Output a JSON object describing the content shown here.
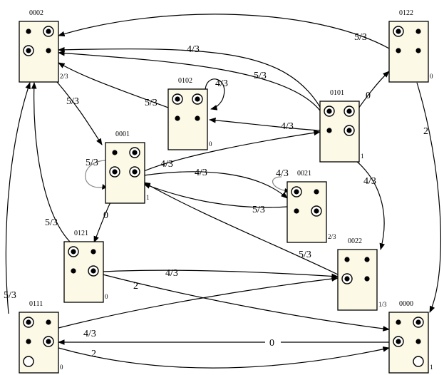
{
  "nodes": [
    {
      "id": "n0002",
      "name": "0002",
      "value": "2/3",
      "cells": [
        "dot",
        "target",
        "",
        "target",
        "dot",
        ""
      ]
    },
    {
      "id": "n0122",
      "name": "0122",
      "value": "0",
      "cells": [
        "target",
        "dot",
        "",
        "dot",
        "dot",
        ""
      ]
    },
    {
      "id": "n0102",
      "name": "0102",
      "value": "0",
      "cells": [
        "target",
        "dot",
        "",
        "target",
        "dot",
        ""
      ]
    },
    {
      "id": "n0101",
      "name": "0101",
      "value": "1",
      "cells": [
        "target",
        "dot",
        "",
        "target",
        "target",
        ""
      ]
    },
    {
      "id": "n0001",
      "name": "0001",
      "value": "1",
      "cells": [
        "dot",
        "target",
        "",
        "target",
        "target",
        ""
      ]
    },
    {
      "id": "n0021",
      "name": "0021",
      "value": "2/3",
      "cells": [
        "target",
        "dot",
        "",
        "dot",
        "target",
        ""
      ]
    },
    {
      "id": "n0121",
      "name": "0121",
      "value": "0",
      "cells": [
        "target",
        "dot",
        "",
        "dot",
        "target",
        ""
      ]
    },
    {
      "id": "n0022",
      "name": "0022",
      "value": "1/3",
      "cells": [
        "dot",
        "target",
        "",
        "dot",
        "dot",
        ""
      ]
    },
    {
      "id": "n0111",
      "name": "0111",
      "value": "0",
      "cells": [
        "target",
        "dot",
        "circle",
        "dot",
        "target",
        ""
      ]
    },
    {
      "id": "n0000",
      "name": "0000",
      "value": "1",
      "cells": [
        "dot",
        "target",
        "",
        "target",
        "dot",
        "circle"
      ]
    }
  ],
  "edges": [
    {
      "from": "0122",
      "to": "0002",
      "label": "5/3"
    },
    {
      "from": "0101",
      "to": "0002",
      "label": "4/3"
    },
    {
      "from": "0101",
      "to": "0002",
      "label": "5/3"
    },
    {
      "from": "0102",
      "to": "0002",
      "label": "5/3"
    },
    {
      "from": "0002",
      "to": "0001",
      "label": "5/3"
    },
    {
      "from": "0102",
      "to": "0102",
      "label": "4/3"
    },
    {
      "from": "0101",
      "to": "0102",
      "label": "4/3"
    },
    {
      "from": "0101",
      "to": "0122",
      "label": "0"
    },
    {
      "from": "0001",
      "to": "0101",
      "label": "4/3"
    },
    {
      "from": "0001",
      "to": "0001",
      "label": "5/3"
    },
    {
      "from": "0001",
      "to": "0021",
      "label": "4/3"
    },
    {
      "from": "0021",
      "to": "0021",
      "label": "4/3"
    },
    {
      "from": "0021",
      "to": "0001",
      "label": "5/3"
    },
    {
      "from": "0022",
      "to": "0001",
      "label": "5/3"
    },
    {
      "from": "0001",
      "to": "0121",
      "label": "0"
    },
    {
      "from": "0121",
      "to": "0002",
      "label": "5/3"
    },
    {
      "from": "0101",
      "to": "0022",
      "label": "4/3"
    },
    {
      "from": "0122",
      "to": "0000",
      "label": "2"
    },
    {
      "from": "0121",
      "to": "0022",
      "label": "4/3"
    },
    {
      "from": "0121",
      "to": "0000",
      "label": "2"
    },
    {
      "from": "0111",
      "to": "0002",
      "label": "5/3"
    },
    {
      "from": "0111",
      "to": "0022",
      "label": "4/3"
    },
    {
      "from": "0000",
      "to": "0111",
      "label": "0"
    },
    {
      "from": "0111",
      "to": "0000",
      "label": "2"
    }
  ]
}
